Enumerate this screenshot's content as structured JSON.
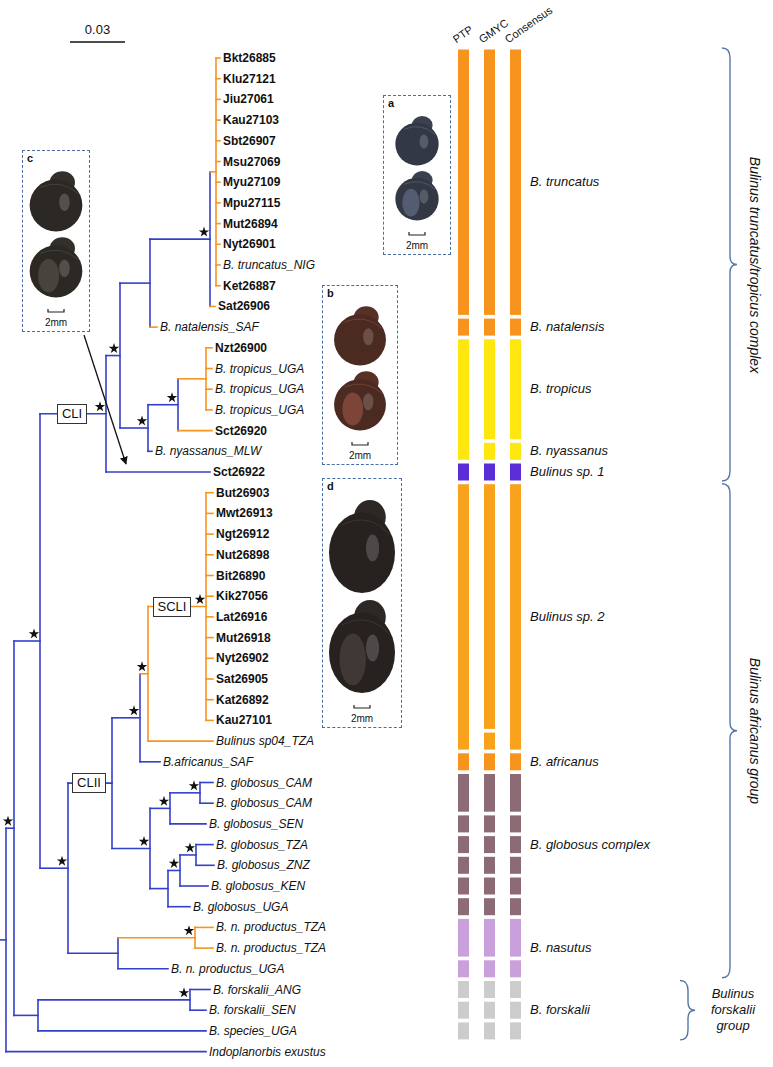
{
  "diagram": {
    "nodes": [
      {
        "text": [
          "a",
          "2mm"
        ]
      },
      {
        "text": [
          "c",
          "2mm"
        ]
      },
      {
        "text": [
          "b",
          "2mm"
        ]
      },
      {
        "text": [
          "CLI"
        ]
      },
      {
        "text": [
          "d",
          "2mm"
        ]
      },
      {
        "text": [
          "SCLI"
        ]
      },
      {
        "text": [
          "CLII"
        ]
      }
    ],
    "labels": [
      "0.03",
      "Bkt26885",
      "Klu27121",
      "Jiu27061",
      "Kau27103",
      "Sbt26907",
      "Msu27069",
      "Myu27109",
      "Mpu27115",
      "Mut26894",
      "Nyt26901",
      "B. truncatus_NIG",
      "Ket26887",
      "Sat26906",
      "B. natalensis_SAF",
      "Nzt26900",
      "B. tropicus_UGA",
      "B. tropicus_UGA",
      "B. tropicus_UGA",
      "Sct26920",
      "B. nyassanus_MLW",
      "Sct26922",
      "But26903",
      "Mwt26913",
      "Ngt26912",
      "Nut26898",
      "Bit26890",
      "Kik27056",
      "Lat26916",
      "Mut26918",
      "Nyt26902",
      "Sat26905",
      "Kat26892",
      "Kau27101",
      "Bulinus sp04_TZA",
      "B.africanus_SAF",
      "B. globosus_CAM",
      "B. globosus_CAM",
      "B. globosus_SEN",
      "B. globosus_TZA",
      "B. globosus_ZNZ",
      "B. globosus_KEN",
      "B. globosus_UGA",
      "B. n. productus_TZA",
      "B. n. productus_TZA",
      "B. n. productus_UGA",
      "B. forskalii_ANG",
      "B. forskalii_SEN",
      "B. species_UGA",
      "Indoplanorbis exustus",
      "PTP",
      "GMYC",
      "Consensus",
      "B. truncatus",
      "B. natalensis",
      "B. tropicus",
      "B. nyassanus",
      "Bulinus sp. 1",
      "Bulinus sp. 2",
      "B. africanus",
      "B. globosus complex",
      "B. nasutus",
      "B. forskalii",
      "Bulinus truncatus/tropicus complex",
      "Bulinus africanus group",
      "Bulinus forskalii group"
    ]
  }
}
